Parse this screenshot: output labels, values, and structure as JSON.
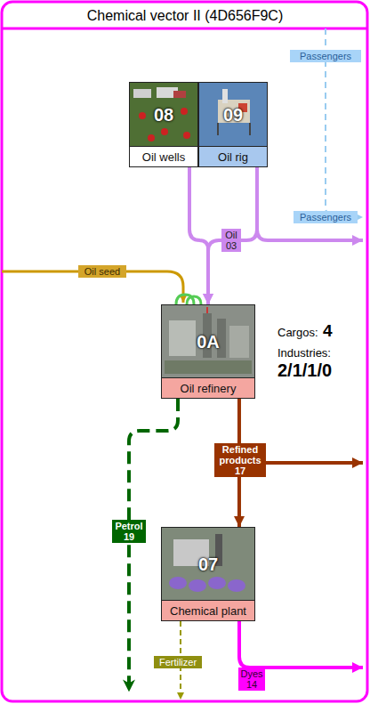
{
  "diagram": {
    "title": "Chemical vector II (4D656F9C)",
    "nodes": [
      {
        "text": [
          "08",
          "Oil wells"
        ]
      },
      {
        "text": [
          "09",
          "Oil rig"
        ]
      },
      {
        "text": [
          "0A",
          "Oil refinery"
        ]
      },
      {
        "text": [
          "07",
          "Chemical plant"
        ]
      }
    ],
    "edges": [
      {
        "from": 0,
        "to": 2,
        "arrow": "to",
        "label": "Oil 03"
      },
      {
        "from": 1,
        "to": 2,
        "arrow": "to"
      },
      {
        "from": 2,
        "to": 3,
        "arrow": "to",
        "label": "Refined products 17"
      }
    ],
    "labels": [
      "Passengers",
      "Passengers",
      "Oil seed",
      "Cargos:",
      "4",
      "Industries:",
      "2/1/1/0",
      "Petrol 19",
      "Fertilizer",
      "Dyes 14"
    ]
  }
}
